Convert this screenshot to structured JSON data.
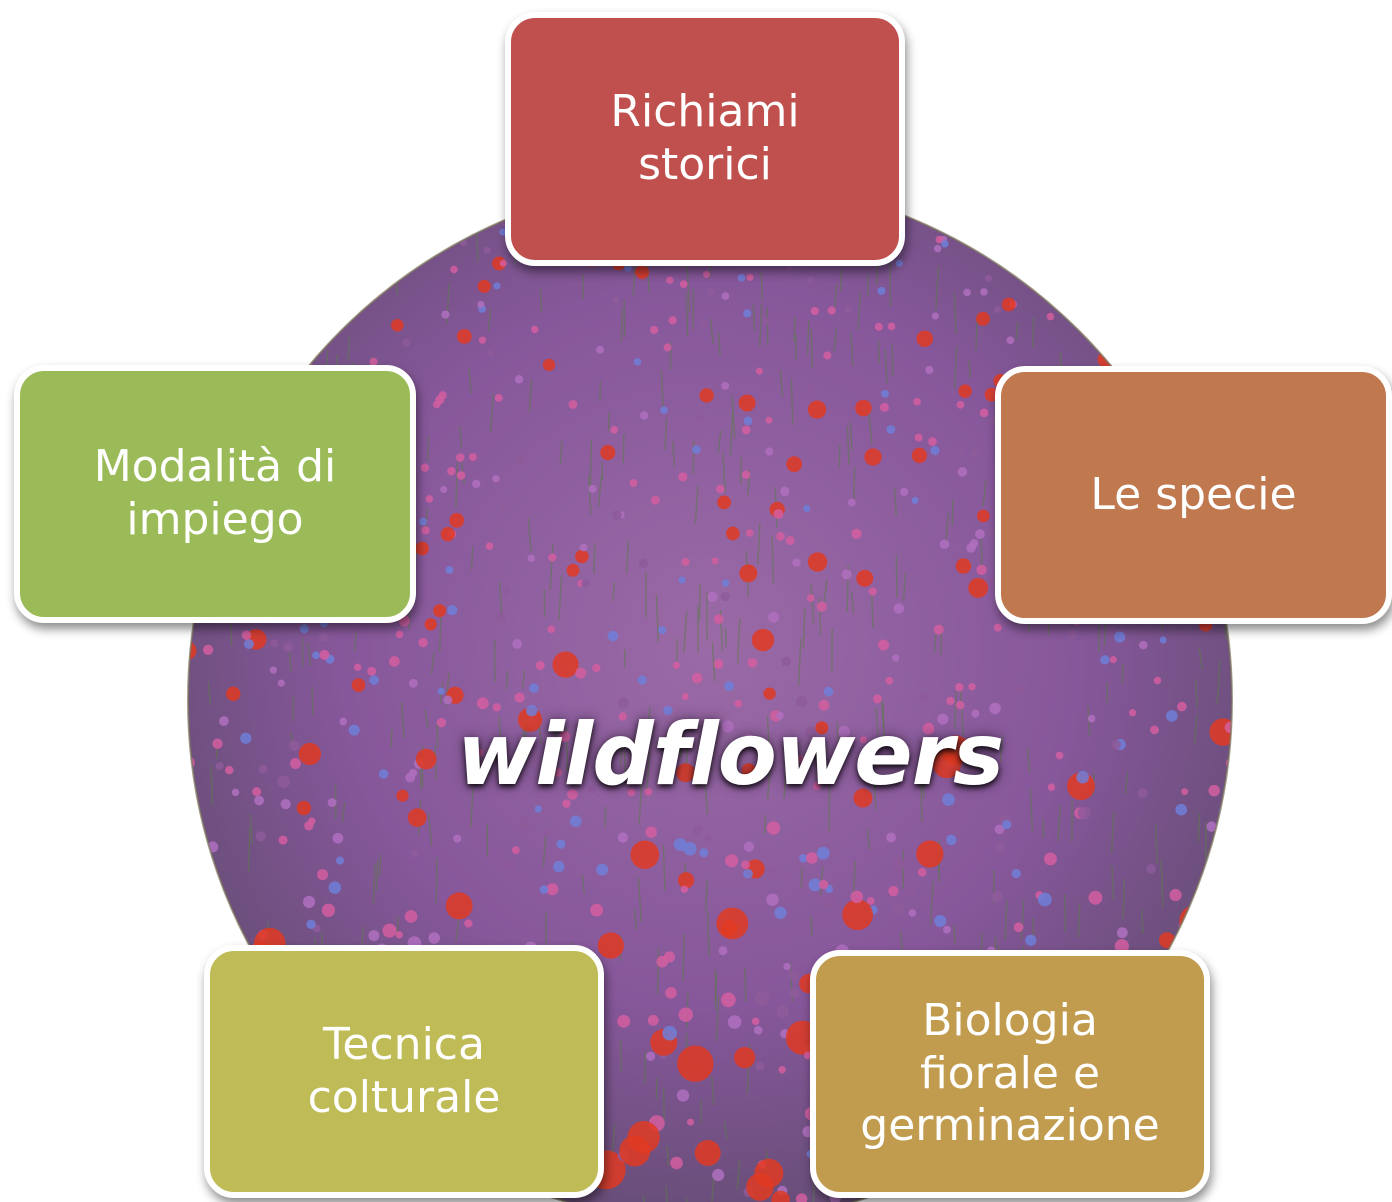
{
  "diagram": {
    "center_label": "wildflowers",
    "nodes": [
      {
        "id": "n-top",
        "text": "Richiami\nstorici",
        "color": "#c0504d"
      },
      {
        "id": "n-right",
        "text": "Le specie",
        "color": "#c0784f"
      },
      {
        "id": "n-bright",
        "text": "Biologia\nfiorale e\ngerminazione",
        "color": "#c19c4f"
      },
      {
        "id": "n-bleft",
        "text": "Tecnica\ncolturale",
        "color": "#bfbc57"
      },
      {
        "id": "n-left",
        "text": "Modalità di\nimpiego",
        "color": "#9bbb59"
      }
    ],
    "palette": {
      "stem_green": "#5d7a4c",
      "field_purple": "#8e5a9a",
      "poppy_red": "#e03a22",
      "pink": "#d45ea0",
      "cornflower_blue": "#6f7fd8"
    }
  }
}
